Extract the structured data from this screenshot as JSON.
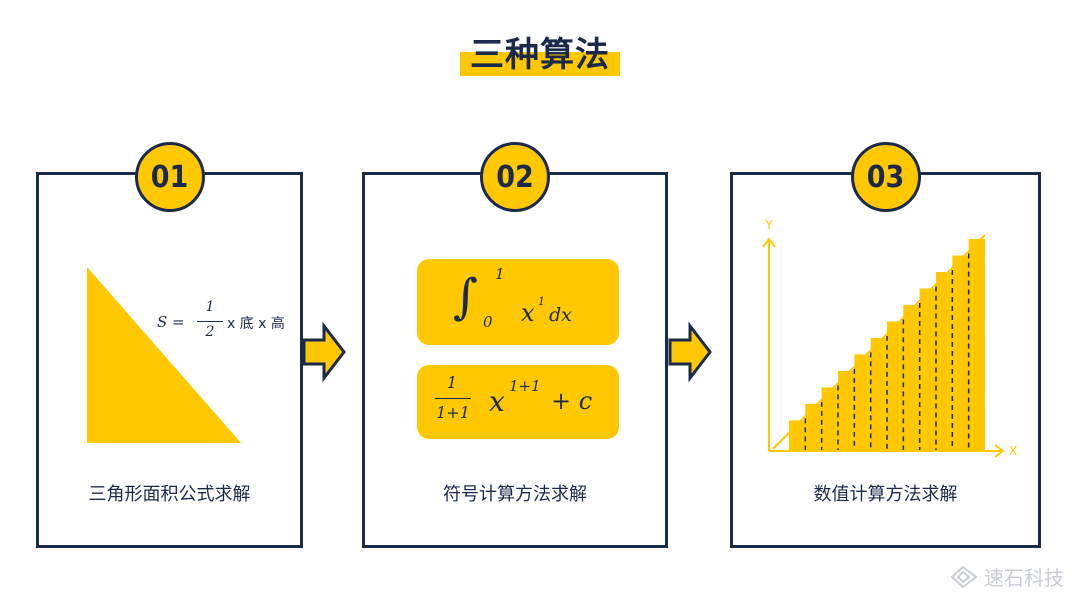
{
  "title": "三种算法",
  "cards": [
    {
      "badge": "01",
      "caption": "三角形面积公式求解",
      "formula": {
        "lhs": "S =",
        "num": "1",
        "den": "2",
        "rest": "x 底 x 高"
      }
    },
    {
      "badge": "02",
      "caption": "符号计算方法求解",
      "integral": {
        "upper": "1",
        "lower": "0",
        "integrand": "x",
        "exp": "1",
        "dx": "dx"
      },
      "result": {
        "num": "1",
        "den": "1+1",
        "var": "x",
        "exp": "1+1",
        "plus": "+ c"
      }
    },
    {
      "badge": "03",
      "caption": "数值计算方法求解",
      "axis_y": "Y",
      "axis_x": "X",
      "bars": 12
    }
  ],
  "watermark": "速石科技",
  "colors": {
    "accent": "#ffc800",
    "navy": "#1b2a4a",
    "watermark": "#c9ccd3"
  }
}
